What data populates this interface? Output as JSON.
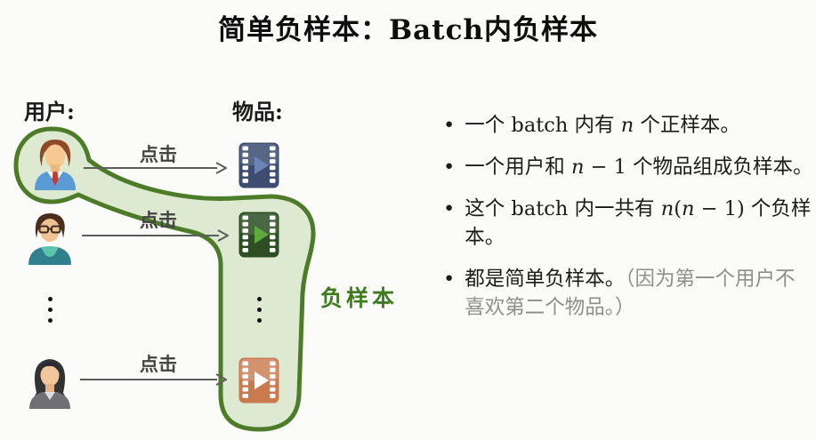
{
  "title": "简单负样本：Batch内负样本",
  "bullet_char": "•",
  "diagram": {
    "users_label": "用户:",
    "items_label": "物品:",
    "click_labels": [
      "点击",
      "点击",
      "点击"
    ],
    "negative_label": "负样本",
    "colors": {
      "blob_fill": "#ddead1",
      "blob_stroke": "#4c7c28",
      "negative_text": "#3e7c1f",
      "arrow": "#5c5c5c"
    },
    "items": [
      {
        "name": "video-item-blue",
        "body": "#3d4d72",
        "play": "#6b82b4"
      },
      {
        "name": "video-item-green",
        "body": "#2c4e22",
        "play": "#5fa83e"
      },
      {
        "name": "video-item-orange",
        "body": "#cb7a50",
        "play": "#ffffff"
      }
    ]
  },
  "bullets": [
    {
      "segments": [
        {
          "t": "一个 batch 内有 "
        },
        {
          "t": "n",
          "i": true
        },
        {
          "t": " 个正样本。"
        }
      ]
    },
    {
      "segments": [
        {
          "t": "一个用户和 "
        },
        {
          "t": "n",
          "i": true
        },
        {
          "t": " − 1 个物品组成负样本。"
        }
      ]
    },
    {
      "segments": [
        {
          "t": "这个 batch 内一共有 "
        },
        {
          "t": "n",
          "i": true
        },
        {
          "t": "("
        },
        {
          "t": "n",
          "i": true
        },
        {
          "t": " − 1) 个负样本。"
        }
      ]
    },
    {
      "segments": [
        {
          "t": "都是简单负样本。"
        },
        {
          "t": "（因为第一个用户不喜欢第二个物品。）",
          "gray": true
        }
      ]
    }
  ]
}
